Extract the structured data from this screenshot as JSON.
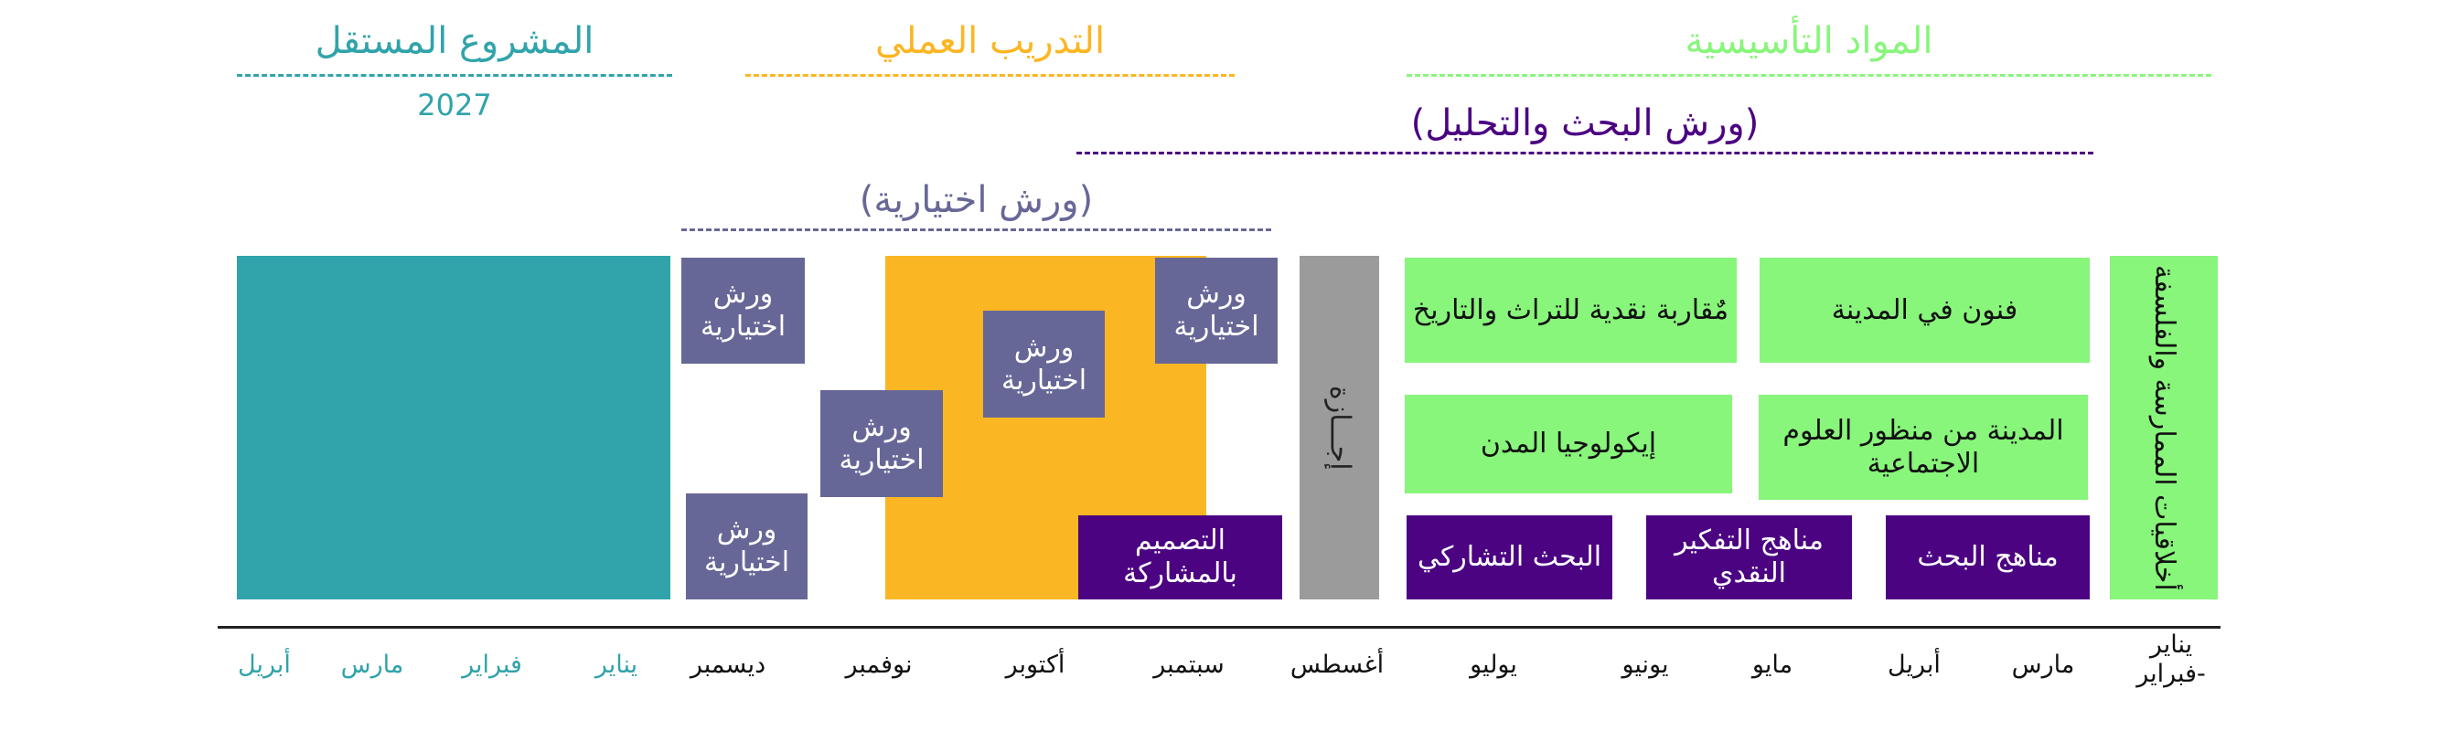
{
  "colors": {
    "independent_project": "#31A3AA",
    "practical_training": "#FBB623",
    "foundation_courses": "#88F57B",
    "research_workshops": "#4B0382",
    "optional_workshops": "#676797",
    "leave": "#9B9B9B",
    "axis": "#222222"
  },
  "headers": {
    "independent_project": "المشروع المستقل",
    "independent_project_year": "2027",
    "practical_training": "التدريب العملي",
    "foundation_courses": "المواد التأسيسية",
    "research_workshops": "(ورش البحث  والتحليل)",
    "optional_workshops": "(ورش اختيارية)"
  },
  "blocks": {
    "optional_workshop_label_line1": "ورش",
    "optional_workshop_label_line2": "اختيارية",
    "participatory_design": [
      "التصميم",
      "بالمشاركة"
    ],
    "leave": "إجـــازة",
    "critical_heritage": "مٌقاربة نقدية للتراث والتاريخ",
    "arts_in_city": "فنون في المدينة",
    "urban_ecology": "إيكولوجيا المدن",
    "city_social_sciences": [
      "المدينة من منظور العلوم",
      "الاجتماعية"
    ],
    "participatory_research": "البحث التشاركي",
    "critical_thinking_methods": [
      "مناهج التفكير",
      "النقدي"
    ],
    "research_methods": "مناهج البحث",
    "ethics_philosophy": "أخلاقيات الممارسة والفلسفة"
  },
  "timeline": {
    "months": [
      {
        "label": "يناير -فبراير",
        "lines": [
          "يناير",
          "-فبراير"
        ],
        "year": "current"
      },
      {
        "label": "مارس",
        "year": "current"
      },
      {
        "label": "أبريل",
        "year": "current"
      },
      {
        "label": "مايو",
        "year": "current"
      },
      {
        "label": "يونيو",
        "year": "current"
      },
      {
        "label": "يوليو",
        "year": "current"
      },
      {
        "label": "أغسطس",
        "year": "current"
      },
      {
        "label": "سبتمبر",
        "year": "current"
      },
      {
        "label": "أكتوبر",
        "year": "current"
      },
      {
        "label": "نوفمبر",
        "year": "current"
      },
      {
        "label": "ديسمبر",
        "year": "current"
      },
      {
        "label": "يناير",
        "year": "2027"
      },
      {
        "label": "فبراير",
        "year": "2027"
      },
      {
        "label": "مارس",
        "year": "2027"
      },
      {
        "label": "أبريل",
        "year": "2027"
      }
    ]
  }
}
